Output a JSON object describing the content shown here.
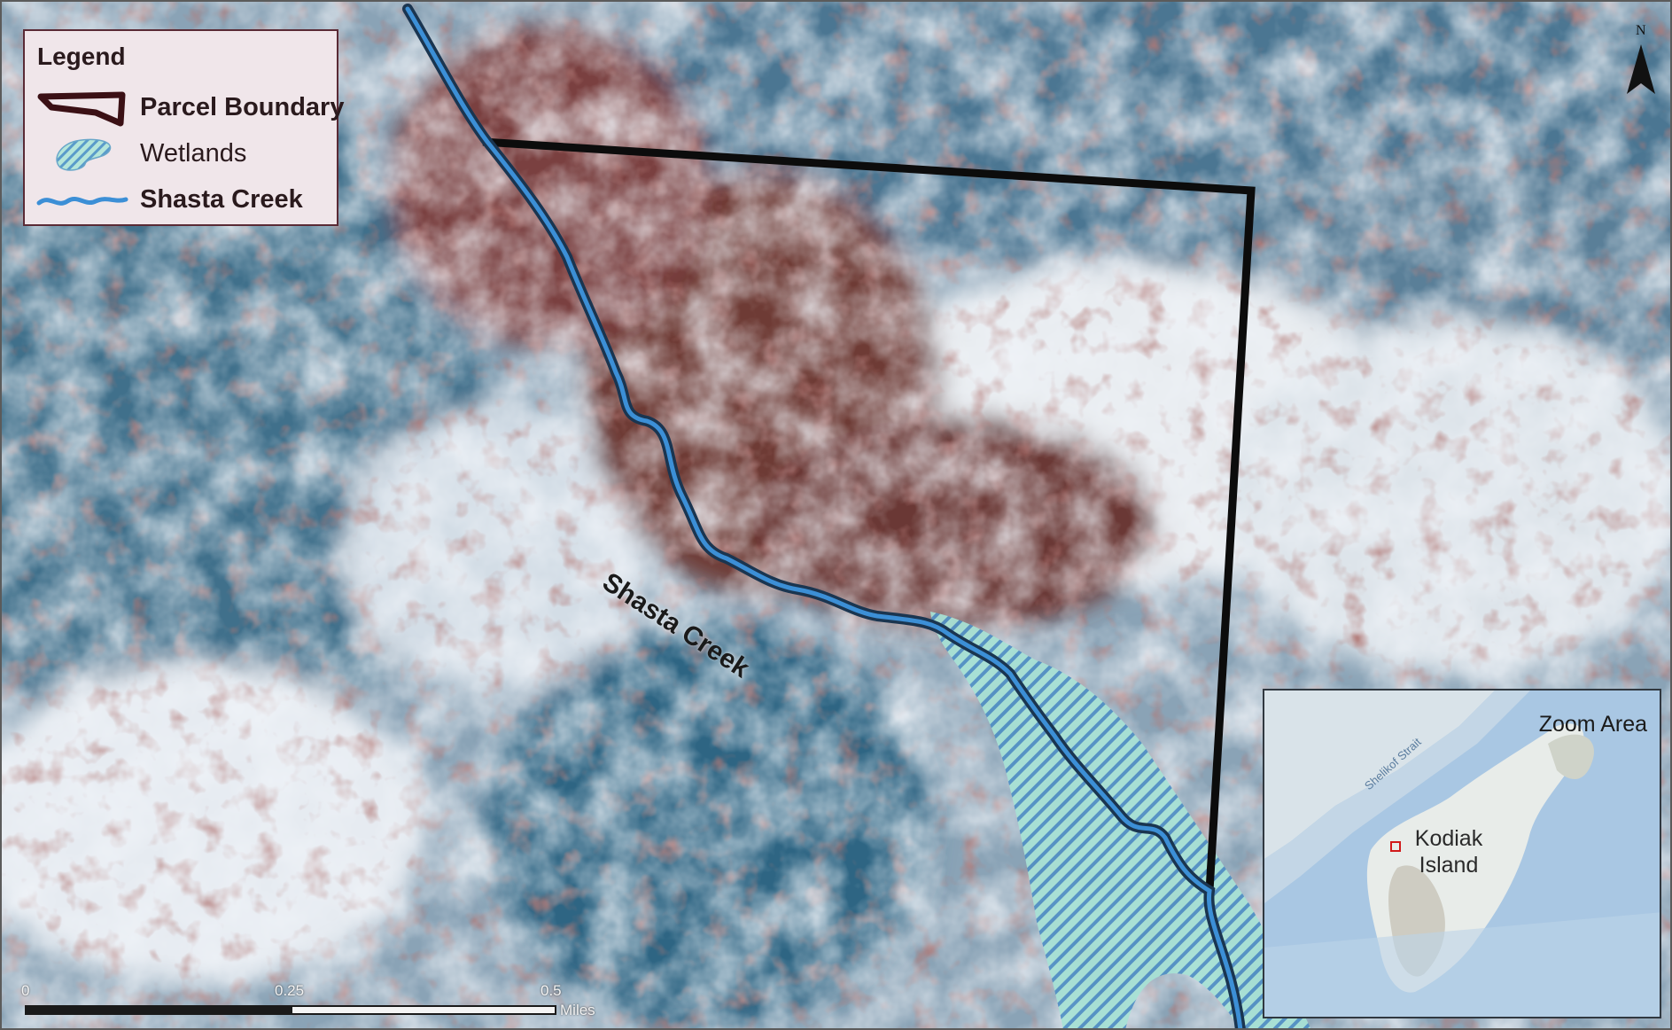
{
  "legend": {
    "title": "Legend",
    "items": [
      {
        "label": "Parcel Boundary",
        "symbol": "parcel-boundary",
        "color": "#3b1015"
      },
      {
        "label": "Wetlands",
        "symbol": "wetlands-hatch",
        "color": "#7fd0c3"
      },
      {
        "label": "Shasta Creek",
        "symbol": "creek-line",
        "color": "#3c8fd6"
      }
    ]
  },
  "map_labels": {
    "creek": "Shasta Creek"
  },
  "inset": {
    "title": "Zoom Area",
    "place": [
      "Kodiak",
      "Island"
    ],
    "strait": "Shelikof Strait"
  },
  "scale_bar": {
    "ticks": [
      "0",
      "0.25",
      "0.5"
    ],
    "unit": "Miles"
  },
  "north_arrow": {
    "label": "N"
  },
  "colors": {
    "snow": "#dfe6ee",
    "forest": "#6f2f2c",
    "shadow": "#3c6a86",
    "wetlands": "#8fd6c8",
    "creek": "#3c8fd6",
    "boundary": "#0c0c0c"
  }
}
